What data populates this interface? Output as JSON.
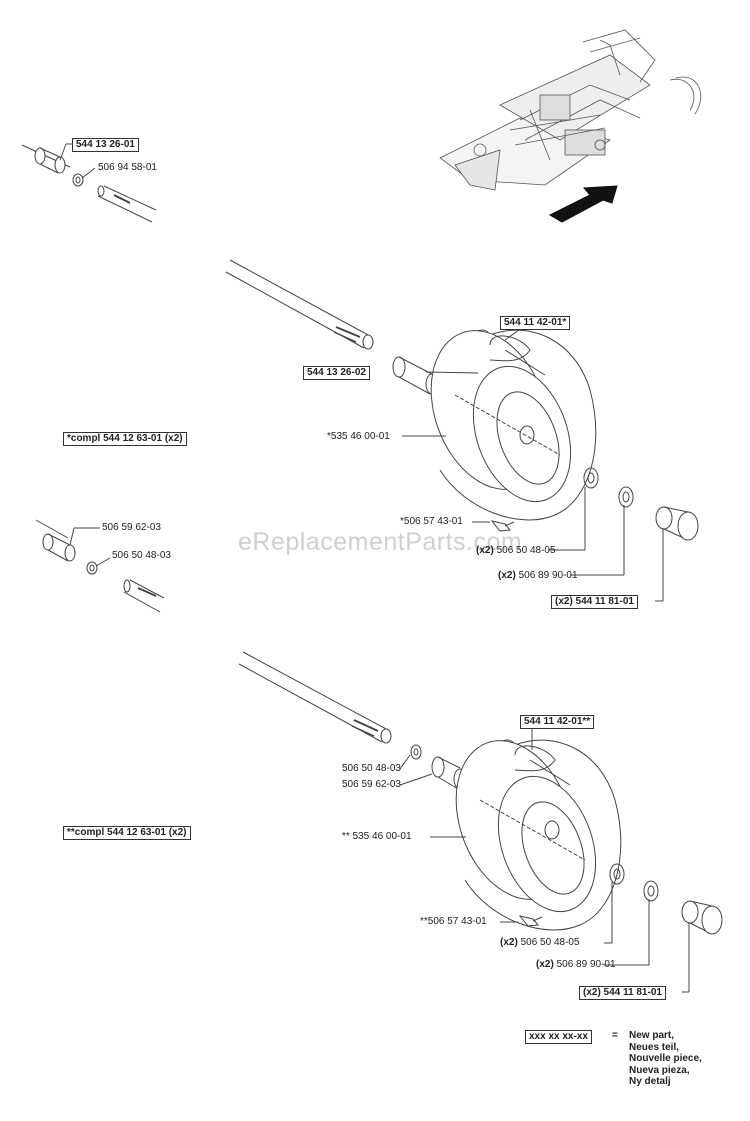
{
  "watermark": "eReplacementParts.com",
  "top_inset": {
    "box_label": "544 13 26-01",
    "washer_label": "506 94 58-01"
  },
  "assembly1": {
    "wheel_label": "544 11 42-01*",
    "spacer_label": "544 13 26-02",
    "kit_label": "*compl 544 12 63-01 (x2)",
    "tire_label": "*535 46 00-01",
    "valve_label": "*506 57 43-01",
    "washer_qty": "(x2)",
    "washer_label": "506 50 48-05",
    "clip_qty": "(x2)",
    "clip_label": "506 89 90-01",
    "cap_label": "(x2) 544 11 81-01"
  },
  "mid_inset": {
    "spacer_label": "506 59 62-03",
    "washer_label": "506 50 48-03"
  },
  "assembly2": {
    "wheel_label": "544 11 42-01**",
    "washer_label": "506 50 48-03",
    "spacer_label": "506 59 62-03",
    "kit_label": "**compl 544 12 63-01 (x2)",
    "tire_label": "** 535 46 00-01",
    "valve_label": "**506 57 43-01",
    "washer2_qty": "(x2)",
    "washer2_label": "506 50 48-05",
    "clip_qty": "(x2)",
    "clip_label": "506 89 90-01",
    "cap_label": "(x2) 544 11 81-01"
  },
  "legend": {
    "box": "xxx xx xx-xx",
    "equals": "=",
    "text": "New part,\nNeues teil,\nNouvelle piece,\nNueva pieza,\nNy detalj"
  },
  "icons": [
    "frame-thumbnail-icon",
    "arrow-icon",
    "axle-icon",
    "wheel-icon",
    "washer-icon",
    "valve-icon",
    "hub-cap-icon"
  ]
}
